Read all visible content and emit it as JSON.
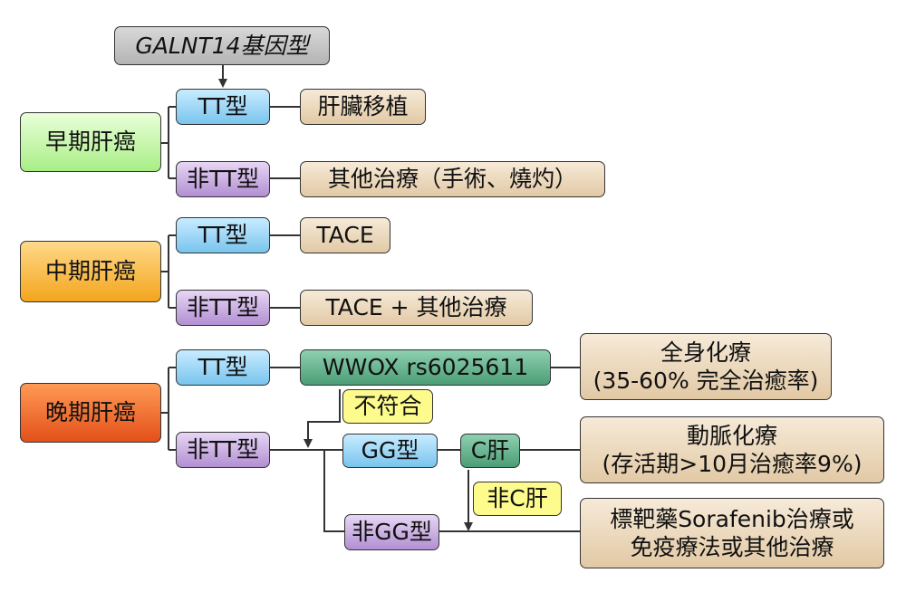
{
  "title": "GALNT14基因型",
  "stages": {
    "early": "早期肝癌",
    "mid": "中期肝癌",
    "late": "晚期肝癌"
  },
  "genotypes": {
    "tt": "TT型",
    "non_tt": "非TT型",
    "gg": "GG型",
    "non_gg": "非GG型"
  },
  "treatments": {
    "liver_transplant": "肝臟移植",
    "other_early": "其他治療（手術、燒灼）",
    "tace": "TACE",
    "tace_plus": "TACE + 其他治療",
    "chemo_line1": "全身化療",
    "chemo_line2": "(35-60% 完全治癒率)",
    "arterial_line1": "動脈化療",
    "arterial_line2": "(存活期>10月治癒率9%)",
    "target_line1": "標靶藥Sorafenib治療或",
    "target_line2": "免疫療法或其他治療"
  },
  "markers": {
    "wwox": "WWOX rs6025611",
    "c_liver": "C肝",
    "non_c_liver": "非C肝",
    "not_match": "不符合"
  }
}
